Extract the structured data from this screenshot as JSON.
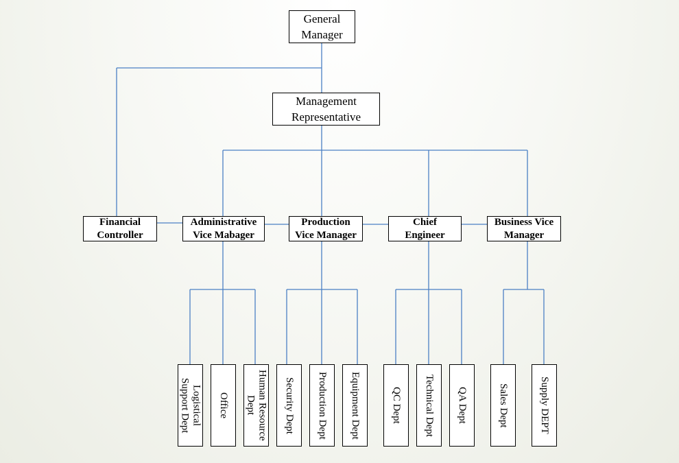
{
  "colors": {
    "connector": "#4a7fc4",
    "box_border": "#000000",
    "box_fill": "#ffffff"
  },
  "general_manager": "General\nManager",
  "management_representative": "Management\nRepresentative",
  "financial_controller": "Financial\nController",
  "administrative_vice_manager": "Administrative\nVice Mabager",
  "production_vice_manager": "Production\nVice Manager",
  "chief_engineer": "Chief\nEngineer",
  "business_vice_manager": "Business Vice\nManager",
  "departments": {
    "logistical_support": "Logistical\nSupport Dept",
    "office": "Office",
    "human_resource": "Human Resource\nDept",
    "security": "Security Dept",
    "production": "Production Dept",
    "equipment": "Equipment Dept",
    "qc": "QC Dept",
    "technical": "Technical Dept",
    "qa": "QA Dept",
    "sales": "Sales Dept",
    "supply": "Supply DEPT"
  }
}
